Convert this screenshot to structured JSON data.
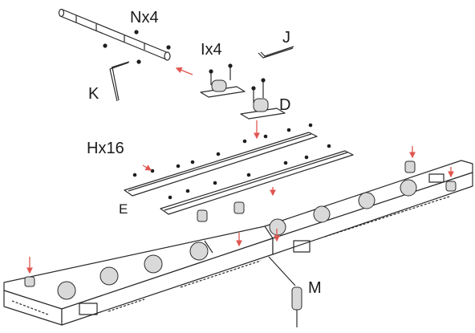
{
  "labels": {
    "n": "Nx4",
    "i": "Ix4",
    "j": "J",
    "k": "K",
    "d": "D",
    "h": "Hx16",
    "e": "E",
    "m": "M"
  },
  "colors": {
    "line": "#2b2b2b",
    "arrow": "#e0564f",
    "background": "#ffffff"
  }
}
